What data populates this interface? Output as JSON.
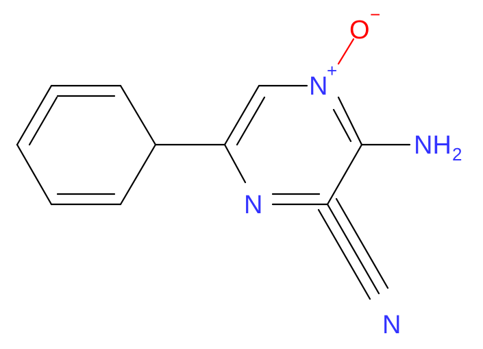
{
  "molecule": {
    "atoms": {
      "o_minus": {
        "symbol": "O",
        "charge": "−",
        "color": "#ff0000"
      },
      "n_plus": {
        "symbol": "N",
        "charge": "+",
        "color": "#3333ff"
      },
      "nh2": {
        "symbol": "NH",
        "subscript": "2",
        "color": "#3333ff"
      },
      "ring_n": {
        "symbol": "N",
        "color": "#3333ff"
      },
      "nitrile_n": {
        "symbol": "N",
        "color": "#3333ff"
      }
    },
    "bond_color": "#000000"
  }
}
